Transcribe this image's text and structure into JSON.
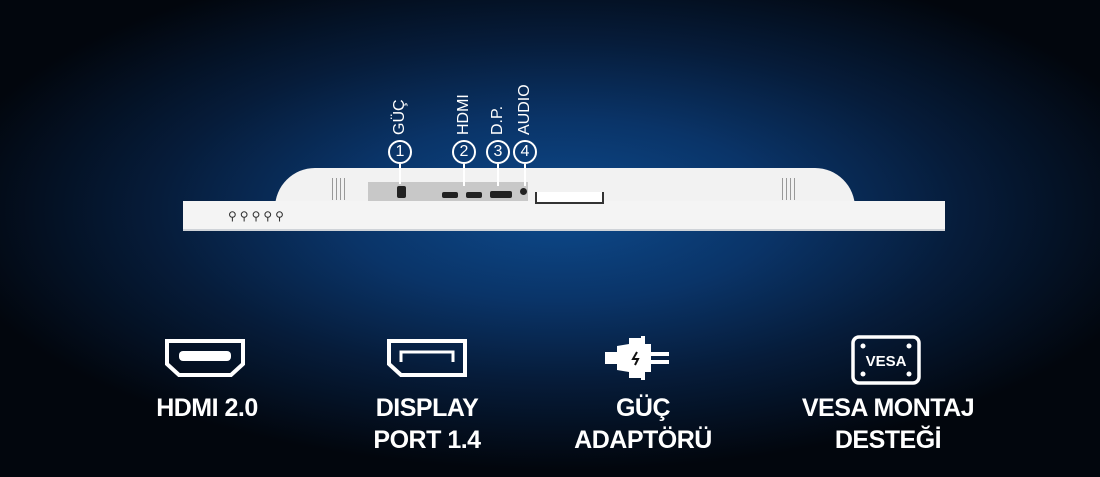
{
  "ports": [
    {
      "number": "1",
      "label": "GÜÇ"
    },
    {
      "number": "2",
      "label": "HDMI"
    },
    {
      "number": "3",
      "label": "D.P."
    },
    {
      "number": "4",
      "label": "AUDIO"
    }
  ],
  "features": [
    {
      "icon": "hdmi-icon",
      "line1": "HDMI 2.0",
      "line2": ""
    },
    {
      "icon": "displayport-icon",
      "line1": "DISPLAY",
      "line2": "PORT 1.4"
    },
    {
      "icon": "power-adapter-icon",
      "line1": "GÜÇ",
      "line2": "ADAPTÖRÜ"
    },
    {
      "icon": "vesa-icon",
      "line1": "VESA MONTAJ",
      "line2": "DESTEĞİ",
      "badge": "VESA"
    }
  ]
}
